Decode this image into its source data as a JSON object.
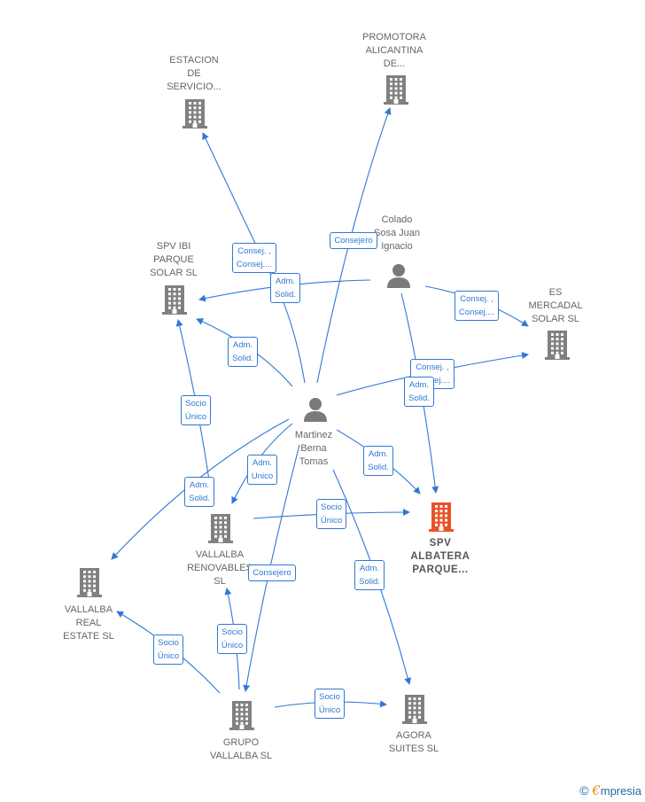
{
  "colors": {
    "edge": "#2f78d6",
    "building": "#808080",
    "highlight": "#e8522a",
    "person": "#7a7a7a"
  },
  "nodes": [
    {
      "id": "estacion",
      "label": "ESTACION\nDE\nSERVICIO...",
      "kind": "company-icon"
    },
    {
      "id": "promotora",
      "label": "PROMOTORA\nALICANTINA\nDE...",
      "kind": "company-icon"
    },
    {
      "id": "colado",
      "label": "Colado\nSosa Juan\nIgnacio",
      "kind": "person-icon"
    },
    {
      "id": "spv_ibi",
      "label": "SPV IBI\nPARQUE\nSOLAR SL",
      "kind": "company-icon"
    },
    {
      "id": "es_mercadal",
      "label": "ES\nMERCADAL\nSOLAR SL",
      "kind": "company-icon"
    },
    {
      "id": "martinez",
      "label": "Martinez\nBerna\nTomas",
      "kind": "person-icon"
    },
    {
      "id": "spv_albatera",
      "label": "SPV\nALBATERA\nPARQUE...",
      "kind": "company-icon-highlight"
    },
    {
      "id": "vallalba_renov",
      "label": "VALLALBA\nRENOVABLES\nSL",
      "kind": "company-icon"
    },
    {
      "id": "vallalba_real",
      "label": "VALLALBA\nREAL\nESTATE SL",
      "kind": "company-icon"
    },
    {
      "id": "grupo_vallalba",
      "label": "GRUPO\nVALLALBA SL",
      "kind": "company-icon"
    },
    {
      "id": "agora",
      "label": "AGORA\nSUITES SL",
      "kind": "company-icon"
    }
  ],
  "edges": [
    {
      "label": "Consej. ,\nConsej...."
    },
    {
      "label": "Adm.\nSolid."
    },
    {
      "label": "Consejero"
    },
    {
      "label": "Consej. ,\nConsej...."
    },
    {
      "label": "Adm.\nSolid."
    },
    {
      "label": "Consej. ,\nConsej...."
    },
    {
      "label": "Adm.\nSolid."
    },
    {
      "label": "Socio\nÚnico"
    },
    {
      "label": "Adm.\nUnico"
    },
    {
      "label": "Adm.\nSolid."
    },
    {
      "label": "Adm.\nSolid."
    },
    {
      "label": "Socio\nÚnico"
    },
    {
      "label": "Consejero"
    },
    {
      "label": "Adm.\nSolid."
    },
    {
      "label": "Socio\nÚnico"
    },
    {
      "label": "Socio\nÚnico"
    },
    {
      "label": "Socio\nÚnico"
    }
  ],
  "brand": {
    "copyright": "©",
    "e": "€",
    "rest": "mpresia"
  }
}
